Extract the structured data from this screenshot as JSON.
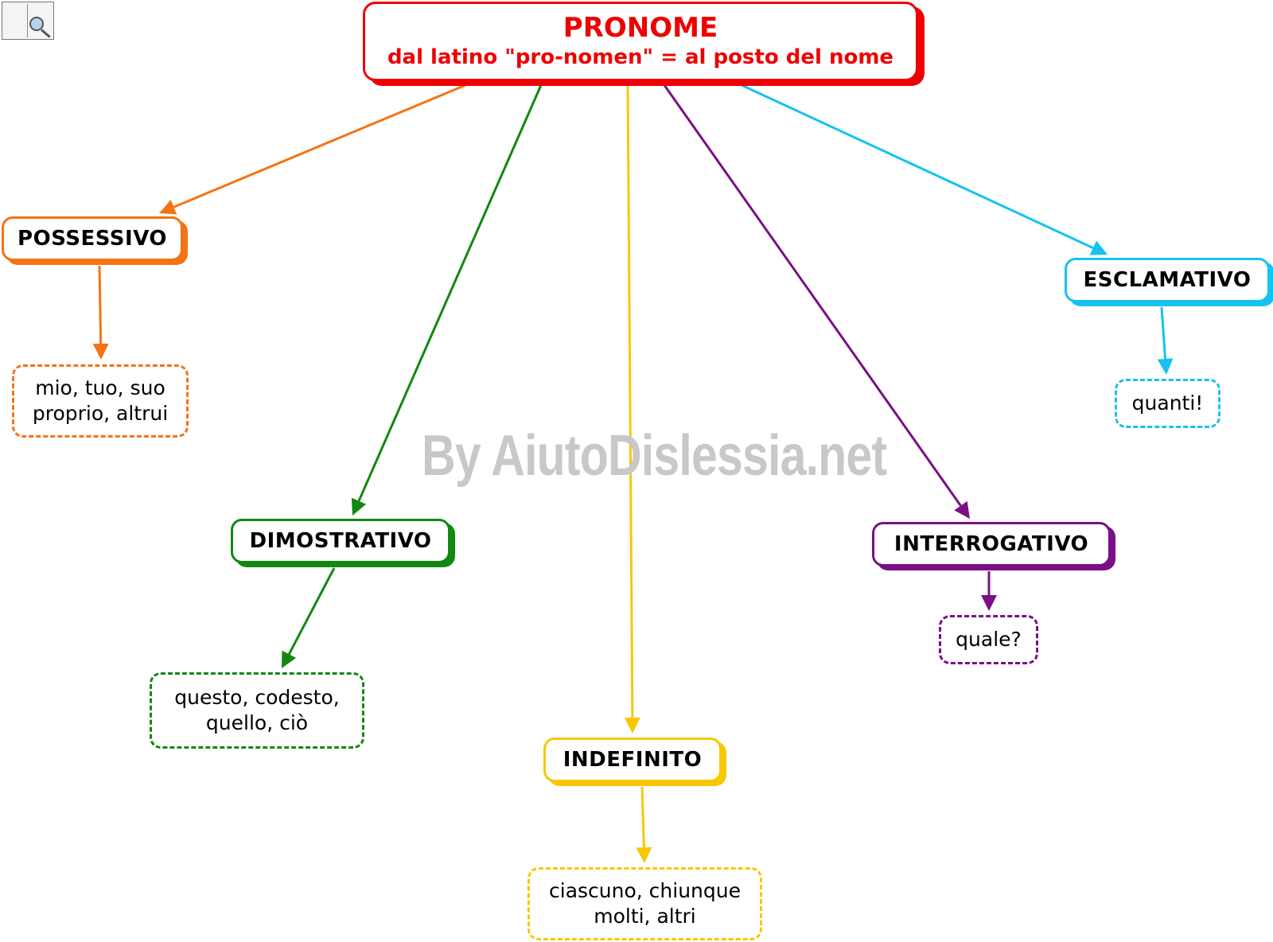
{
  "root": {
    "title": "PRONOME",
    "subtitle": "dal latino \"pro-nomen\" = al posto del nome",
    "color": "#ee0000"
  },
  "watermark": "By AiutoDislessia.net",
  "logo_icon": "book-magnifier-icon",
  "categories": [
    {
      "id": "possessivo",
      "label": "POSSESSIVO",
      "color": "#f57314",
      "examples": "mio, tuo, suo\nproprio, altrui"
    },
    {
      "id": "dimostrativo",
      "label": "DIMOSTRATIVO",
      "color": "#118811",
      "examples": "questo, codesto,\nquello, ciò"
    },
    {
      "id": "indefinito",
      "label": "INDEFINITO",
      "color": "#f7c800",
      "examples": "ciascuno, chiunque\nmolti, altri"
    },
    {
      "id": "interrogativo",
      "label": "INTERROGATIVO",
      "color": "#7a0f86",
      "examples": "quale?"
    },
    {
      "id": "esclamativo",
      "label": "ESCLAMATIVO",
      "color": "#16c2f0",
      "examples": "quanti!"
    }
  ]
}
